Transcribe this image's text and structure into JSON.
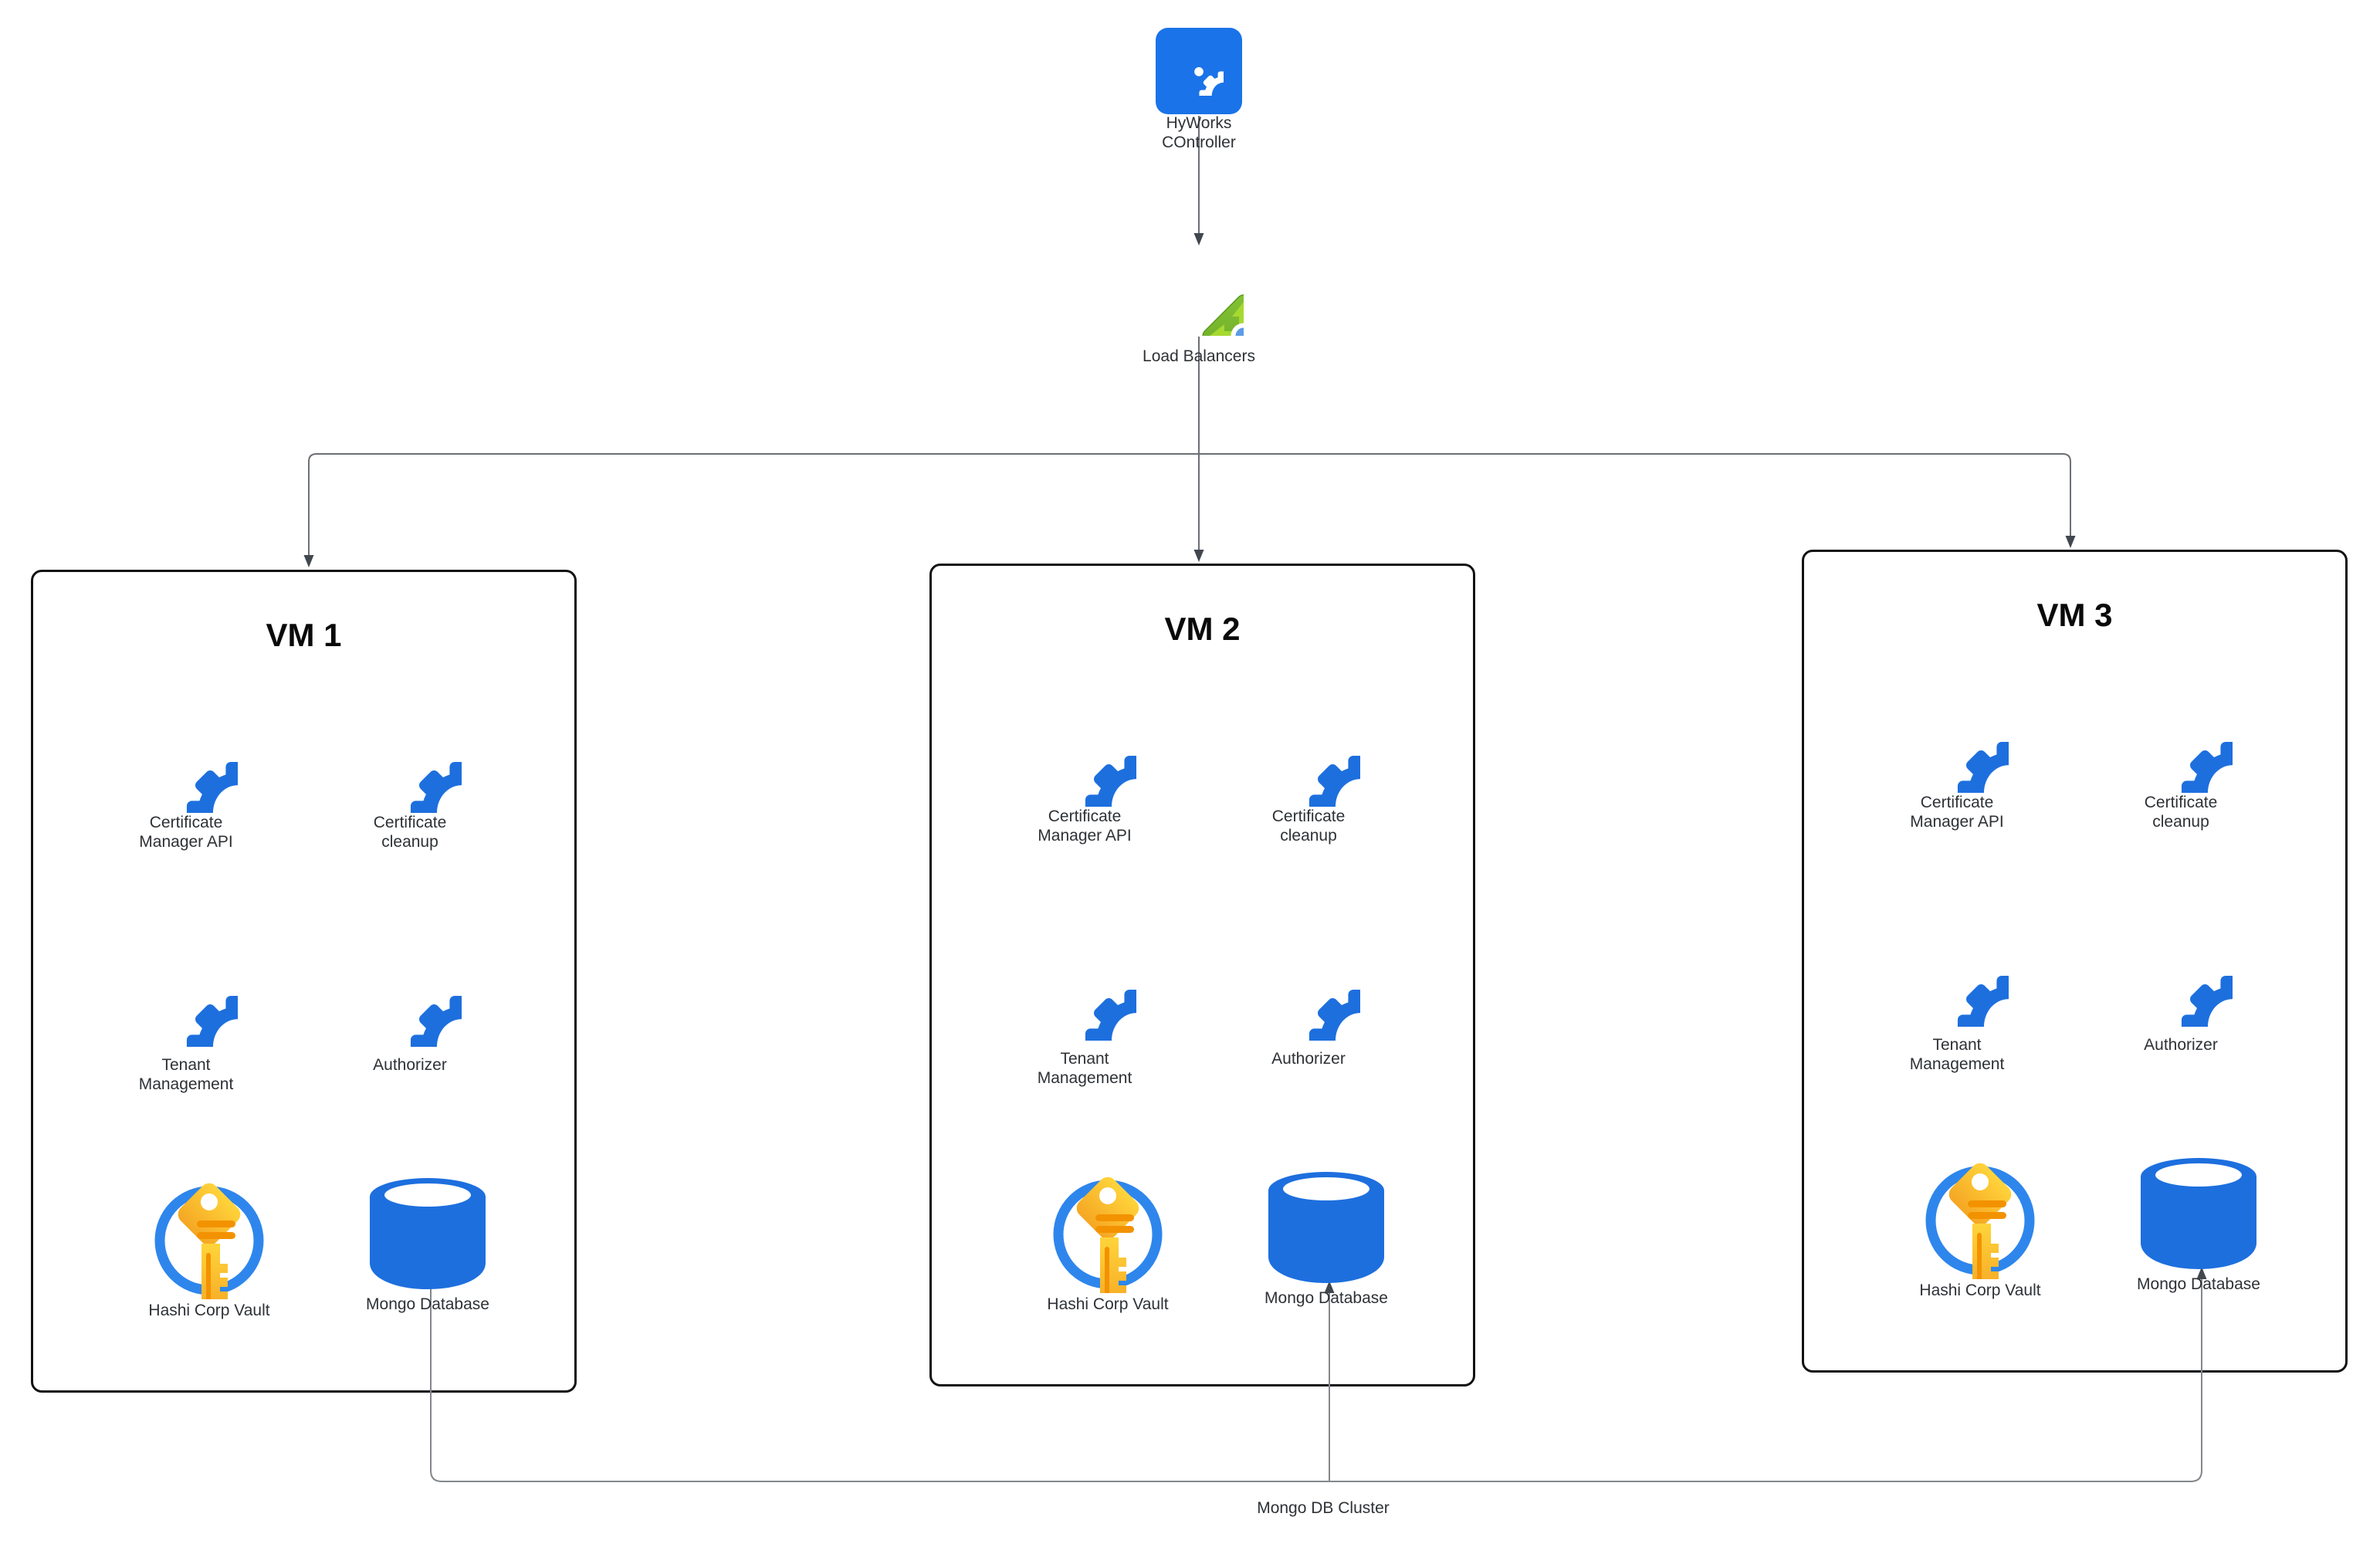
{
  "controller": {
    "label": "HyWorks\nCOntroller"
  },
  "load_balancer": {
    "label": "Load Balancers"
  },
  "vms": [
    {
      "title": "VM 1",
      "services": [
        "Certificate\nManager API",
        "Certificate\ncleanup",
        "Tenant\nManagement",
        "Authorizer"
      ],
      "vault_label": "Hashi Corp Vault",
      "db_label": "Mongo Database"
    },
    {
      "title": "VM 2",
      "services": [
        "Certificate\nManager API",
        "Certificate\ncleanup",
        "Tenant\nManagement",
        "Authorizer"
      ],
      "vault_label": "Hashi Corp Vault",
      "db_label": "Mongo Database"
    },
    {
      "title": "VM 3",
      "services": [
        "Certificate\nManager API",
        "Certificate\ncleanup",
        "Tenant\nManagement",
        "Authorizer"
      ],
      "vault_label": "Hashi Corp Vault",
      "db_label": "Mongo Database"
    }
  ],
  "cluster": {
    "label": "Mongo DB Cluster"
  },
  "colors": {
    "controller_blue": "#1a73e8",
    "gear_blue": "#1d6fde",
    "database_blue": "#1d6fde",
    "vault_ring_blue": "#2e86ec",
    "vault_key_yellow": "#fdc02f",
    "vault_key_orange": "#f39200",
    "lb_green": "#74b42c",
    "lb_arrow_green": "#a6d930",
    "lb_dot_blue": "#5c9ce6",
    "connector_gray": "#6b7075",
    "cluster_gray": "#83878c",
    "vm_border": "#101214"
  }
}
